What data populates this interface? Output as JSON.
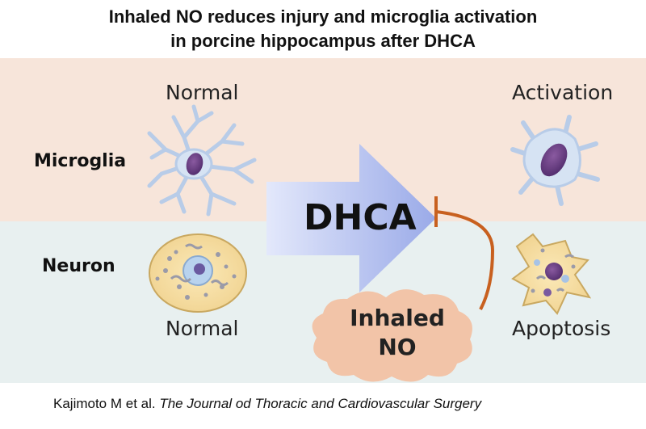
{
  "title": {
    "line1": "Inhaled NO reduces injury and microglia activation",
    "line2": "in porcine hippocampus after DHCA"
  },
  "rows": {
    "microglia": "Microglia",
    "neuron": "Neuron"
  },
  "labels": {
    "microglia_normal": "Normal",
    "microglia_activation": "Activation",
    "neuron_normal": "Normal",
    "neuron_apoptosis": "Apoptosis"
  },
  "arrow": {
    "label": "DHCA",
    "color": "#a9b8ec"
  },
  "inhibitor": {
    "line1": "Inhaled",
    "line2": "NO",
    "cloud_color": "#f2c4a8",
    "bar_color": "#c8601f"
  },
  "citation": {
    "authors": "Kajimoto M et al.",
    "journal": "The Journal od Thoracic and Cardiovascular Surgery"
  },
  "icons": [
    "microglia-normal-icon",
    "microglia-activated-icon",
    "neuron-normal-icon",
    "neuron-apoptotic-icon"
  ]
}
